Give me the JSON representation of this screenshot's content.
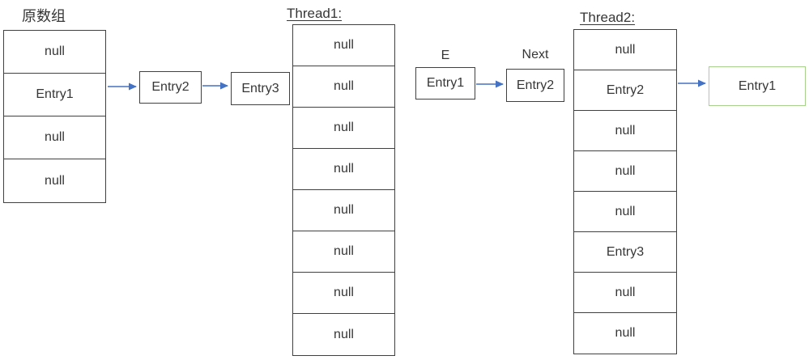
{
  "original_array": {
    "label": "原数组",
    "cells": [
      "null",
      "Entry1",
      "null",
      "null"
    ]
  },
  "chain": {
    "entry2": "Entry2",
    "entry3": "Entry3"
  },
  "thread1": {
    "label": "Thread1:",
    "cells": [
      "null",
      "null",
      "null",
      "null",
      "null",
      "null",
      "null",
      "null"
    ]
  },
  "pointers": {
    "e_label": "E",
    "e_box": "Entry1",
    "next_label": "Next",
    "next_box": "Entry2"
  },
  "thread2": {
    "label": "Thread2:",
    "cells": [
      "null",
      "Entry2",
      "null",
      "null",
      "null",
      "Entry3",
      "null",
      "null"
    ]
  },
  "result": {
    "label": "Entry1"
  },
  "colors": {
    "arrow": "#4472c4",
    "border": "#404040",
    "result_border": "#a9d18e",
    "text": "#363636"
  }
}
